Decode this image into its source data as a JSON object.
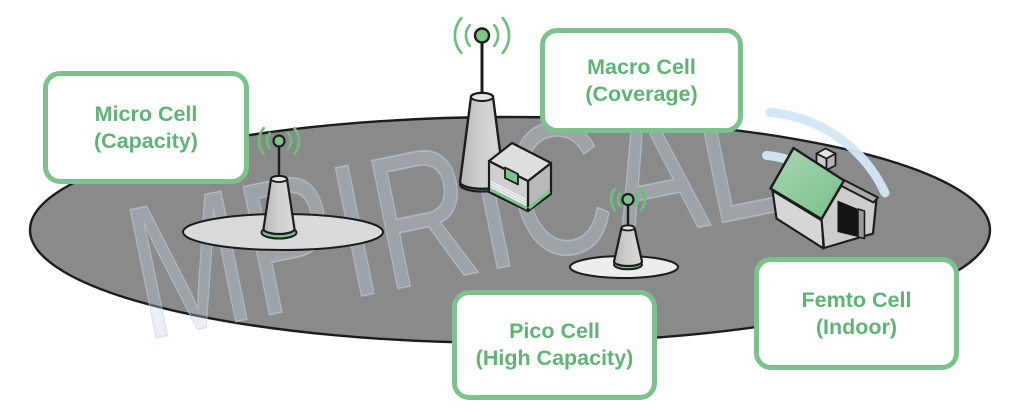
{
  "labels": {
    "micro": {
      "line1": "Micro Cell",
      "line2": "(Capacity)"
    },
    "macro": {
      "line1": "Macro Cell",
      "line2": "(Coverage)"
    },
    "pico": {
      "line1": "Pico Cell",
      "line2": "(High Capacity)"
    },
    "femto": {
      "line1": "Femto Cell",
      "line2": "(Indoor)"
    }
  },
  "watermark": {
    "text": "MPIRICAL"
  },
  "colors": {
    "label_text_green": "#5fb375",
    "label_border_green": "#7cc28c",
    "device_green": "#7cc489",
    "signal_arc_green": "#6abf7d",
    "roof_green_light": "#a9d6b1",
    "roof_green_dark": "#7dc18e",
    "coverage_gray": "#8a8a8a",
    "micro_area_gray": "#dadada",
    "pico_area_gray": "#ededed",
    "outline_black": "#1c1c1c",
    "watermark_blue": "#c3d4e1",
    "logo_arc_blue": "#d3e7f6"
  }
}
